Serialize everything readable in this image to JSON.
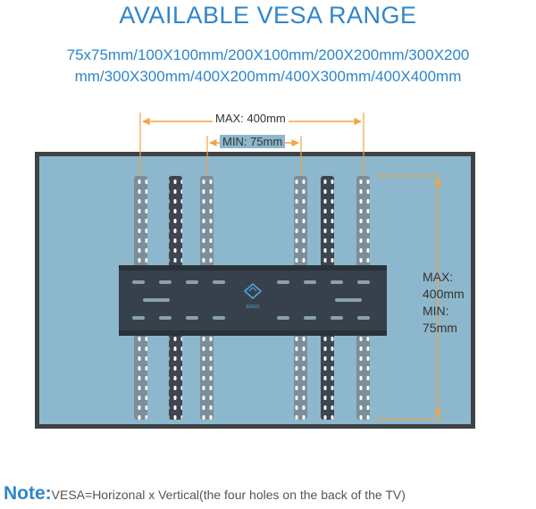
{
  "title": "AVAILABLE VESA RANGE",
  "vesa_line1": "75x75mm/100X100mm/200X100mm/200X200mm/300X200",
  "vesa_line2": "mm/300X300mm/400X200mm/400X300mm/400X400mm",
  "horizontal": {
    "max_label": "MAX: 400mm",
    "min_label": "MIN: 75mm"
  },
  "vertical": {
    "max_label": "MAX:",
    "max_value": "400mm",
    "min_label": "MIN:",
    "min_value": "75mm"
  },
  "logo_text": "ERGO",
  "note": {
    "label": "Note:",
    "text": "VESA=Horizonal x Vertical(the four holes on the back of the TV)"
  },
  "colors": {
    "accent": "#2f86c9",
    "screen": "#8db7cc",
    "bezel": "#3f4346",
    "arm_light": "#7b8e99",
    "arm_dark": "#3c4550",
    "plate": "#37414b",
    "dimension": "#f0a640"
  }
}
